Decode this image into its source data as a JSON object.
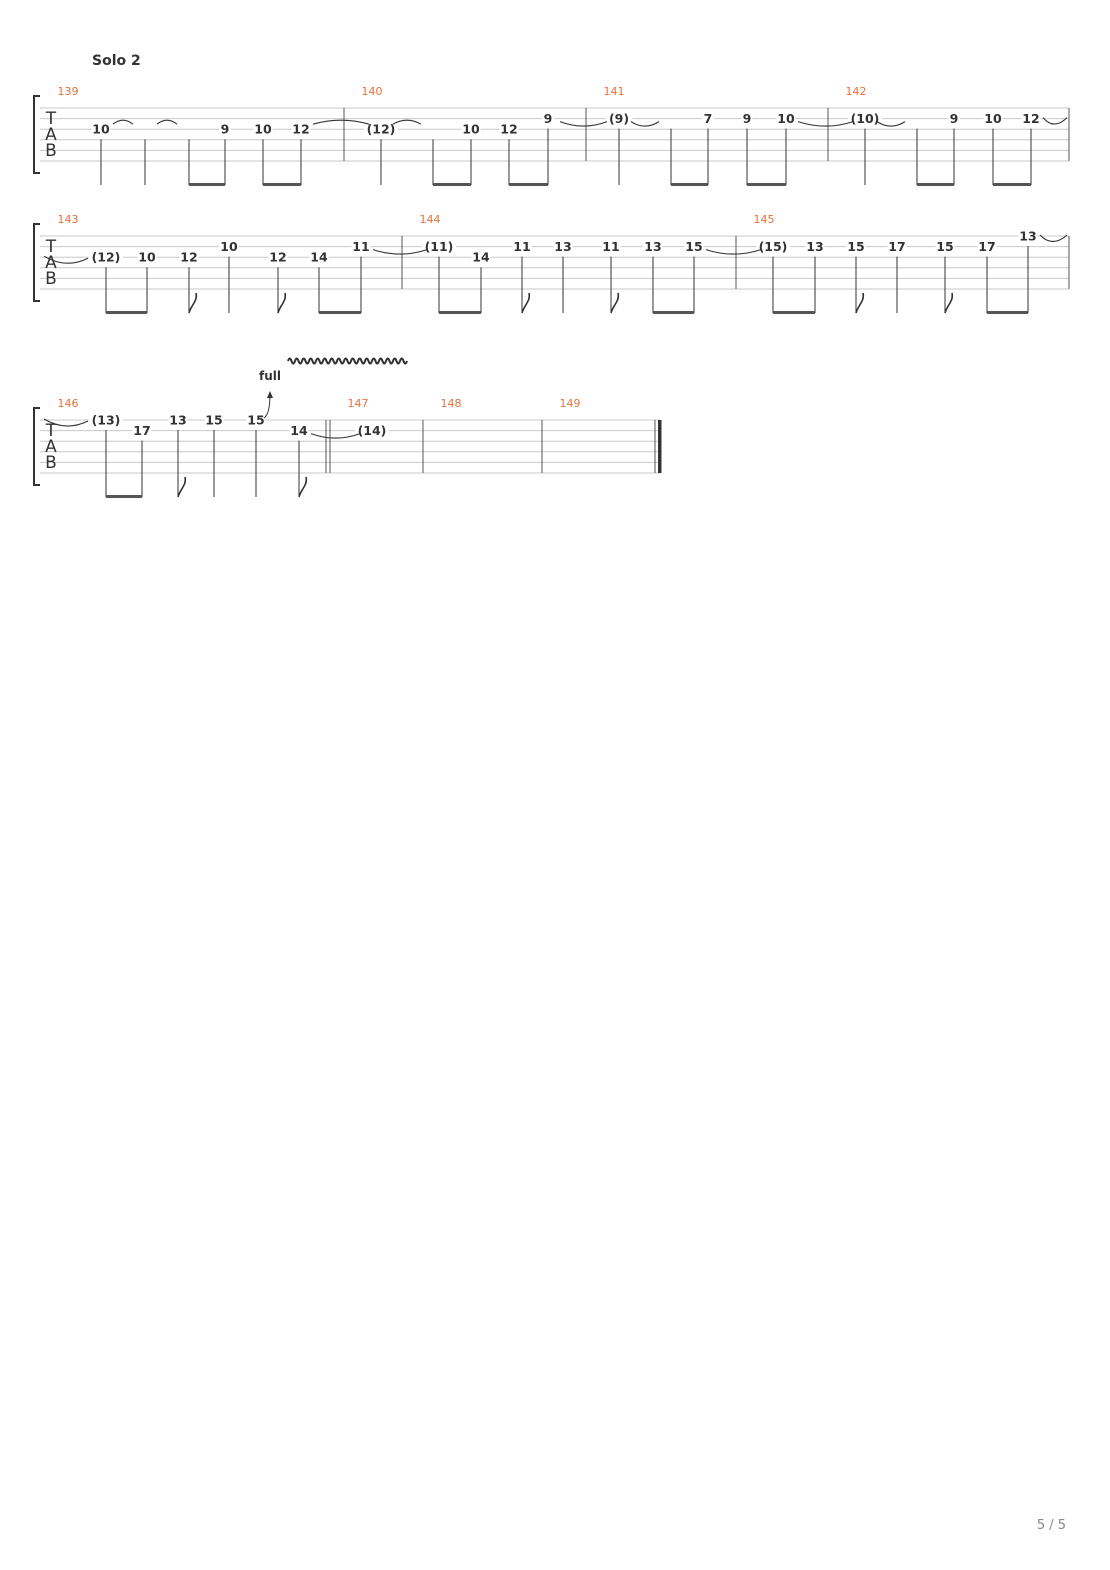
{
  "section_title": "Solo 2",
  "page_number": "5 / 5",
  "tab_clef": [
    "T",
    "A",
    "B"
  ],
  "colors": {
    "measure_number": "#e8703a",
    "staff_line": "#c8c8c8",
    "notation": "#333333",
    "bar_line": "#555555"
  },
  "systems": [
    {
      "measures": [
        {
          "number": "139",
          "notes": [
            {
              "fret": "10",
              "string": 3,
              "duration": "quarter",
              "tie": true
            },
            {
              "fret": "",
              "string": 3,
              "duration": "quarter",
              "tie": true
            },
            {
              "fret": "",
              "string": 3,
              "duration": "eighth",
              "beam_start": true
            },
            {
              "fret": "9",
              "string": 3,
              "duration": "eighth",
              "beam_end": true
            },
            {
              "fret": "10",
              "string": 3,
              "duration": "eighth",
              "beam_start": true
            },
            {
              "fret": "12",
              "string": 3,
              "duration": "eighth",
              "beam_end": true,
              "tie": true
            }
          ]
        },
        {
          "number": "140",
          "notes": [
            {
              "fret": "(12)",
              "string": 3,
              "duration": "quarter",
              "tie": true
            },
            {
              "fret": "",
              "string": 3,
              "duration": "eighth",
              "beam_start": true
            },
            {
              "fret": "10",
              "string": 3,
              "duration": "eighth",
              "beam_end": true
            },
            {
              "fret": "12",
              "string": 3,
              "duration": "eighth",
              "beam_start": true
            },
            {
              "fret": "9",
              "string": 2,
              "duration": "eighth",
              "beam_end": true,
              "tie": true
            }
          ]
        },
        {
          "number": "141",
          "notes": [
            {
              "fret": "(9)",
              "string": 2,
              "duration": "quarter",
              "tie": true
            },
            {
              "fret": "",
              "string": 2,
              "duration": "eighth",
              "beam_start": true
            },
            {
              "fret": "7",
              "string": 2,
              "duration": "eighth",
              "beam_end": true
            },
            {
              "fret": "9",
              "string": 2,
              "duration": "eighth",
              "beam_start": true
            },
            {
              "fret": "10",
              "string": 2,
              "duration": "eighth",
              "beam_end": true,
              "tie": true
            }
          ]
        },
        {
          "number": "142",
          "notes": [
            {
              "fret": "(10)",
              "string": 2,
              "duration": "quarter",
              "tie": true
            },
            {
              "fret": "",
              "string": 2,
              "duration": "eighth",
              "beam_start": true
            },
            {
              "fret": "9",
              "string": 2,
              "duration": "eighth",
              "beam_end": true
            },
            {
              "fret": "10",
              "string": 2,
              "duration": "eighth",
              "beam_start": true
            },
            {
              "fret": "12",
              "string": 2,
              "duration": "eighth",
              "beam_end": true,
              "tie": true
            }
          ]
        }
      ]
    },
    {
      "measures": [
        {
          "number": "143",
          "notes": [
            {
              "fret": "(12)",
              "string": 3,
              "duration": "eighth",
              "beam_start": true
            },
            {
              "fret": "10",
              "string": 3,
              "duration": "eighth",
              "beam_end": true
            },
            {
              "fret": "12",
              "string": 3,
              "duration": "eighth"
            },
            {
              "fret": "10",
              "string": 2,
              "duration": "quarter"
            },
            {
              "fret": "12",
              "string": 3,
              "duration": "eighth"
            },
            {
              "fret": "14",
              "string": 3,
              "duration": "eighth",
              "beam_start": true
            },
            {
              "fret": "11",
              "string": 2,
              "duration": "eighth",
              "beam_end": true,
              "tie": true
            }
          ]
        },
        {
          "number": "144",
          "notes": [
            {
              "fret": "(11)",
              "string": 2,
              "duration": "eighth",
              "beam_start": true
            },
            {
              "fret": "14",
              "string": 3,
              "duration": "eighth",
              "beam_end": true
            },
            {
              "fret": "11",
              "string": 2,
              "duration": "eighth"
            },
            {
              "fret": "13",
              "string": 2,
              "duration": "quarter"
            },
            {
              "fret": "11",
              "string": 2,
              "duration": "eighth"
            },
            {
              "fret": "13",
              "string": 2,
              "duration": "eighth",
              "beam_start": true
            },
            {
              "fret": "15",
              "string": 2,
              "duration": "eighth",
              "beam_end": true,
              "tie": true
            }
          ]
        },
        {
          "number": "145",
          "notes": [
            {
              "fret": "(15)",
              "string": 2,
              "duration": "eighth",
              "beam_start": true
            },
            {
              "fret": "13",
              "string": 2,
              "duration": "eighth",
              "beam_end": true
            },
            {
              "fret": "15",
              "string": 2,
              "duration": "eighth"
            },
            {
              "fret": "17",
              "string": 2,
              "duration": "quarter"
            },
            {
              "fret": "15",
              "string": 2,
              "duration": "eighth"
            },
            {
              "fret": "17",
              "string": 2,
              "duration": "eighth",
              "beam_start": true
            },
            {
              "fret": "13",
              "string": 1,
              "duration": "eighth",
              "beam_end": true,
              "tie": true
            }
          ]
        }
      ]
    },
    {
      "measures": [
        {
          "number": "146",
          "notes": [
            {
              "fret": "(13)",
              "string": 1,
              "duration": "eighth",
              "beam_start": true
            },
            {
              "fret": "17",
              "string": 2,
              "duration": "eighth",
              "beam_end": true
            },
            {
              "fret": "13",
              "string": 1,
              "duration": "eighth"
            },
            {
              "fret": "15",
              "string": 1,
              "duration": "quarter"
            },
            {
              "fret": "15",
              "string": 1,
              "duration": "quarter",
              "bend": "full"
            },
            {
              "fret": "14",
              "string": 2,
              "duration": "eighth",
              "tie": true
            }
          ]
        },
        {
          "number": "147",
          "notes": [
            {
              "fret": "(14)",
              "string": 2,
              "duration": "whole",
              "vibrato": true
            }
          ]
        },
        {
          "number": "148",
          "notes": []
        },
        {
          "number": "149",
          "notes": []
        }
      ]
    }
  ]
}
